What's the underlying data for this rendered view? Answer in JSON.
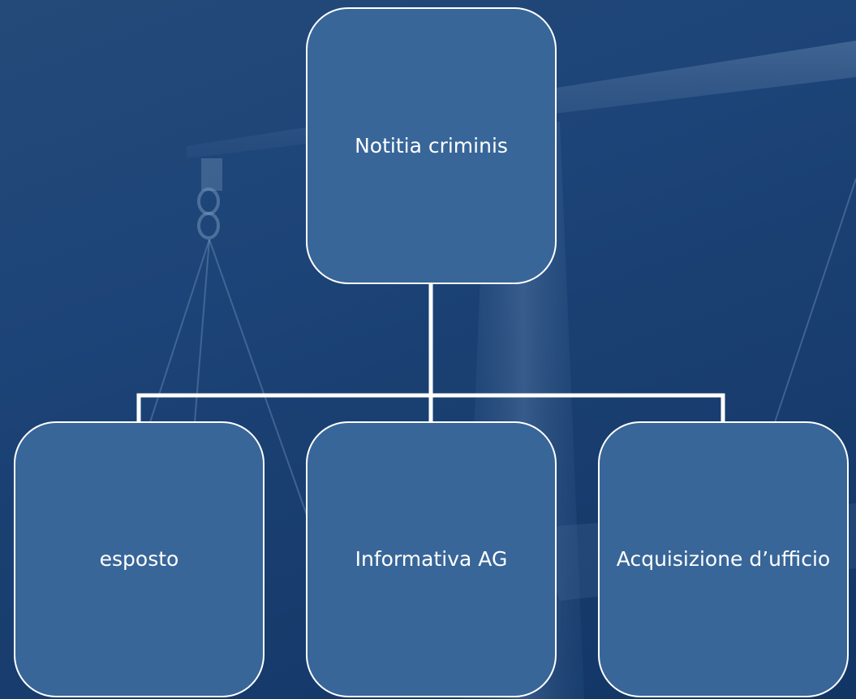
{
  "colors": {
    "background": "#1d4478",
    "node_fill": "#386699",
    "node_border": "#ffffff",
    "text": "#ffffff",
    "connector": "#ffffff"
  },
  "diagram": {
    "type": "hierarchy",
    "root": {
      "label": "Notitia criminis"
    },
    "children": [
      {
        "label": "esposto"
      },
      {
        "label": "Informativa AG"
      },
      {
        "label": "Acquisizione d’ufficio"
      }
    ]
  }
}
